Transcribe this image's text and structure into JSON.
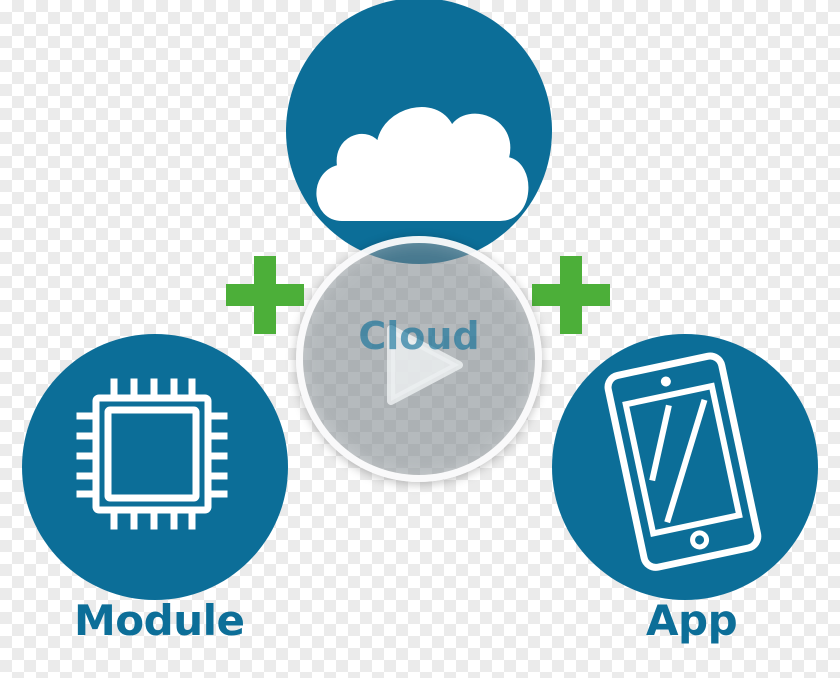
{
  "diagram": {
    "colors": {
      "circle": "#0c6e98",
      "icon": "#ffffff",
      "label": "#0c6e98",
      "plus": "#4caf39",
      "overlay_ring": "#ffffff",
      "overlay_text": "#0c6e98"
    },
    "nodes": {
      "cloud": {
        "icon": "cloud-icon"
      },
      "module": {
        "icon": "chip-icon",
        "label": "Module"
      },
      "app": {
        "icon": "phone-icon",
        "label": "App"
      }
    },
    "connectors": [
      "plus-icon",
      "plus-icon"
    ],
    "video_overlay": {
      "label": "Cloud",
      "icon": "play-icon"
    }
  }
}
